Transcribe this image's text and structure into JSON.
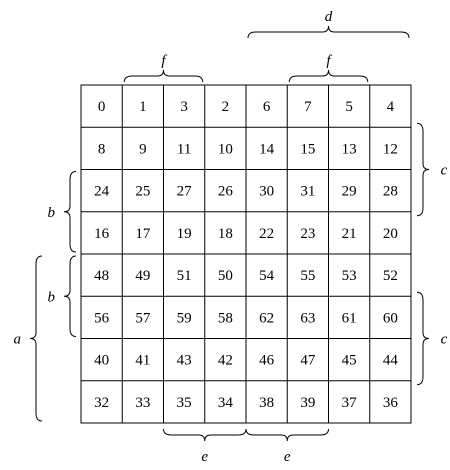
{
  "grid": {
    "rows": [
      [
        "0",
        "1",
        "3",
        "2",
        "6",
        "7",
        "5",
        "4"
      ],
      [
        "8",
        "9",
        "11",
        "10",
        "14",
        "15",
        "13",
        "12"
      ],
      [
        "24",
        "25",
        "27",
        "26",
        "30",
        "31",
        "29",
        "28"
      ],
      [
        "16",
        "17",
        "19",
        "18",
        "22",
        "23",
        "21",
        "20"
      ],
      [
        "48",
        "49",
        "51",
        "50",
        "54",
        "55",
        "53",
        "52"
      ],
      [
        "56",
        "57",
        "59",
        "58",
        "62",
        "63",
        "61",
        "60"
      ],
      [
        "40",
        "41",
        "43",
        "42",
        "46",
        "47",
        "45",
        "44"
      ],
      [
        "32",
        "33",
        "35",
        "34",
        "38",
        "39",
        "37",
        "36"
      ]
    ]
  },
  "braces": {
    "top": [
      {
        "label": "d",
        "from_col": 4,
        "to_col": 7
      },
      {
        "label": "f",
        "from_col": 1,
        "to_col": 2
      },
      {
        "label": "f",
        "from_col": 5,
        "to_col": 6
      }
    ],
    "bottom": [
      {
        "label": "e",
        "from_col": 2,
        "to_col": 3
      },
      {
        "label": "e",
        "from_col": 4,
        "to_col": 5
      }
    ],
    "left": [
      {
        "label": "a",
        "from_row": 4,
        "to_row": 7
      },
      {
        "label": "b",
        "from_row": 2,
        "to_row": 3
      },
      {
        "label": "b",
        "from_row": 4,
        "to_row": 5
      }
    ],
    "right": [
      {
        "label": "c",
        "from_row": 1,
        "to_row": 2
      },
      {
        "label": "c",
        "from_row": 5,
        "to_row": 6
      }
    ]
  }
}
